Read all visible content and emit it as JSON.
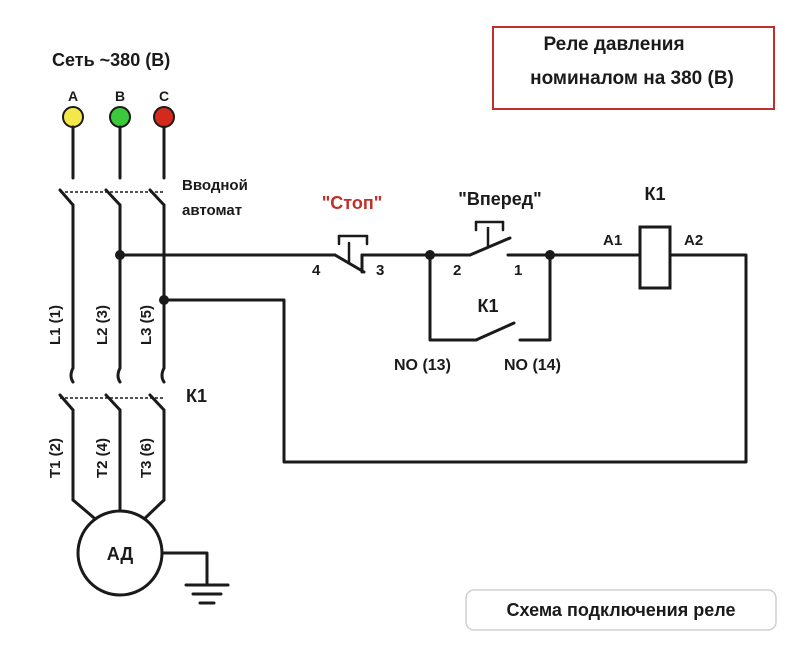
{
  "title_box": {
    "line1": "Реле давления",
    "line2": "номиналом на 380 (В)"
  },
  "supply_label": "Сеть ~380 (В)",
  "phases": [
    {
      "label": "A",
      "color": "#f2e84a"
    },
    {
      "label": "B",
      "color": "#3cc83c"
    },
    {
      "label": "C",
      "color": "#d42a1e"
    }
  ],
  "breaker_label": {
    "line1": "Вводной",
    "line2": "автомат"
  },
  "line_labels": [
    "L1 (1)",
    "L2 (3)",
    "L3 (5)"
  ],
  "terminal_labels": [
    "T1 (2)",
    "T2 (4)",
    "T3 (6)"
  ],
  "contactor_label": "К1",
  "motor_label": "АД",
  "stop": {
    "label": "\"Стоп\"",
    "pin_left": "4",
    "pin_right": "3",
    "label_color": "#c0302a"
  },
  "forward": {
    "label": "\"Вперед\"",
    "pin_left": "2",
    "pin_right": "1"
  },
  "aux_contact": {
    "label": "К1",
    "no_left": "NO (13)",
    "no_right": "NO (14)"
  },
  "coil": {
    "label": "К1",
    "a1": "A1",
    "a2": "A2"
  },
  "caption": "Схема подключения реле"
}
